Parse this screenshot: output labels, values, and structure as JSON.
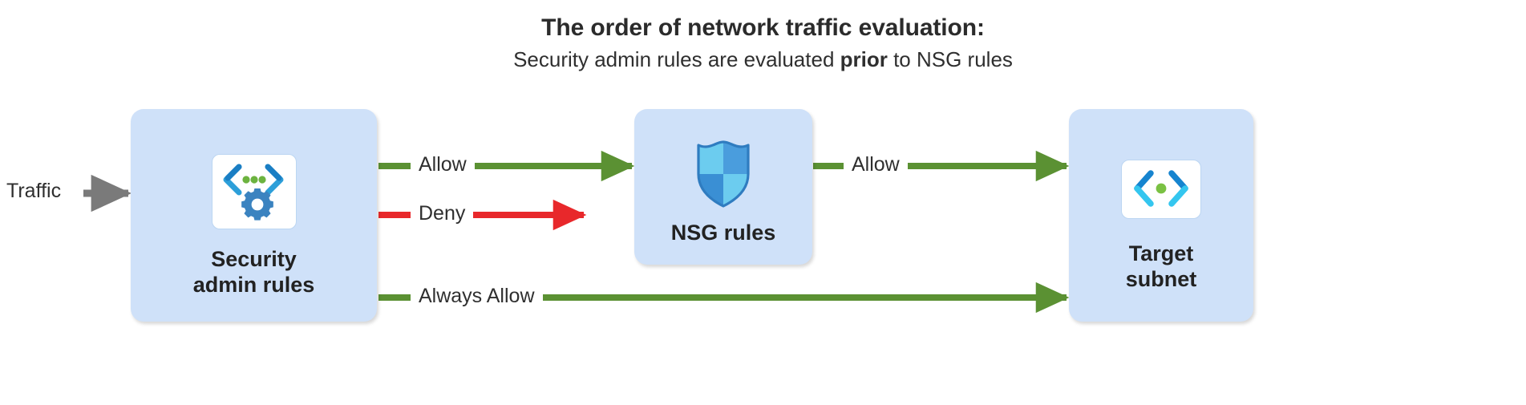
{
  "heading": {
    "title": "The order of network traffic evaluation:",
    "subtitle_before": "Security admin rules are evaluated ",
    "subtitle_emphasis": "prior",
    "subtitle_after": " to NSG rules"
  },
  "diagram": {
    "type": "flow",
    "entry_label": "Traffic",
    "nodes": [
      {
        "id": "security-admin-rules",
        "label": "Security\nadmin rules",
        "icon": "security-admin-rules-icon"
      },
      {
        "id": "nsg-rules",
        "label": "NSG rules",
        "icon": "shield-icon"
      },
      {
        "id": "target-subnet",
        "label": "Target\nsubnet",
        "icon": "subnet-icon"
      }
    ],
    "edges": [
      {
        "id": "allow-to-nsg",
        "label": "Allow",
        "color": "#5b9133",
        "from": "security-admin-rules",
        "to": "nsg-rules",
        "terminates": true
      },
      {
        "id": "deny",
        "label": "Deny",
        "color": "#e8282b",
        "from": "security-admin-rules",
        "to": null,
        "terminates": false
      },
      {
        "id": "allow-to-subnet",
        "label": "Allow",
        "color": "#5b9133",
        "from": "nsg-rules",
        "to": "target-subnet",
        "terminates": true
      },
      {
        "id": "always-allow",
        "label": "Always Allow",
        "color": "#5b9133",
        "from": "security-admin-rules",
        "to": "target-subnet",
        "terminates": true
      },
      {
        "id": "traffic-in",
        "label": "Traffic",
        "color": "#7a7a7a",
        "from": null,
        "to": "security-admin-rules",
        "terminates": true
      }
    ]
  },
  "colors": {
    "node_fill": "#cfe1f9",
    "allow_green": "#5b9133",
    "deny_red": "#e8282b",
    "traffic_gray": "#7a7a7a",
    "text_dark": "#242424",
    "icon_blue": "#0f84d3",
    "icon_cyan": "#32c8f0",
    "icon_green": "#7ac143",
    "gear_blue": "#3b83c0",
    "shield_light": "#62cbf0",
    "shield_mid": "#3a93d8",
    "shield_dark": "#2e7cc4"
  }
}
